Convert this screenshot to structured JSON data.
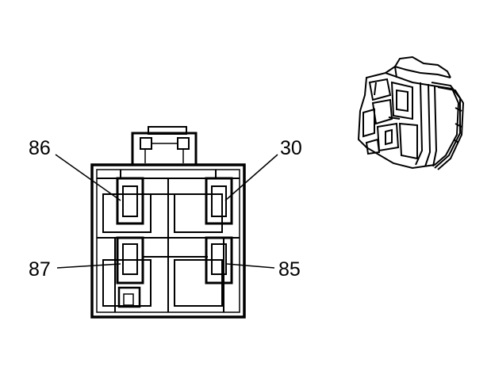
{
  "pin_labels": {
    "p86": "86",
    "p30": "30",
    "p87": "87",
    "p85": "85"
  },
  "colors": {
    "line": "#000000",
    "background": "#ffffff"
  }
}
